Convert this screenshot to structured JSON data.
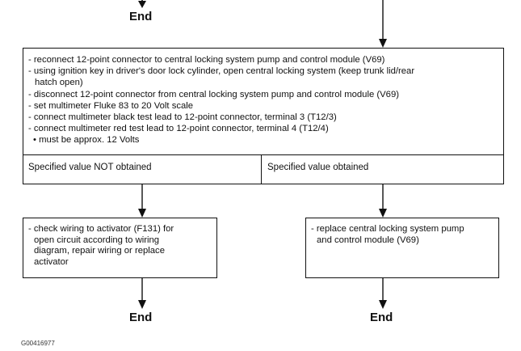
{
  "top_left_end": "End",
  "main_box": {
    "steps": [
      {
        "text": "- reconnect 12-point connector to central locking system pump and control module (V69)",
        "kind": "step"
      },
      {
        "text": "- using ignition key in driver's door lock cylinder, open central locking system (keep trunk lid/rear",
        "kind": "step"
      },
      {
        "text": "hatch open)",
        "kind": "sub"
      },
      {
        "text": "- disconnect 12-point connector from central locking system pump and control  module (V69)",
        "kind": "step"
      },
      {
        "text": "- set multimeter Fluke 83 to 20 Volt scale",
        "kind": "step"
      },
      {
        "text": "- connect multimeter black test lead to 12-point connector, terminal 3 (T12/3)",
        "kind": "step"
      },
      {
        "text": "- connect multimeter red test lead to 12-point connector, terminal 4 (T12/4)",
        "kind": "step"
      },
      {
        "text": "• must be approx. 12 Volts",
        "kind": "bullet"
      }
    ]
  },
  "branches": {
    "left_label": "Specified value NOT obtained",
    "right_label": "Specified value obtained"
  },
  "left_action": {
    "lines": [
      {
        "text": "- check wiring to activator (F131) for",
        "kind": "step"
      },
      {
        "text": "open circuit according to wiring",
        "kind": "sub"
      },
      {
        "text": "diagram,  repair wiring or replace",
        "kind": "sub"
      },
      {
        "text": "activator",
        "kind": "sub"
      }
    ]
  },
  "right_action": {
    "lines": [
      {
        "text": "- replace central locking system pump",
        "kind": "step"
      },
      {
        "text": "and control module (V69)",
        "kind": "sub"
      }
    ]
  },
  "left_end": "End",
  "right_end": "End",
  "figure_code": "G00416977"
}
